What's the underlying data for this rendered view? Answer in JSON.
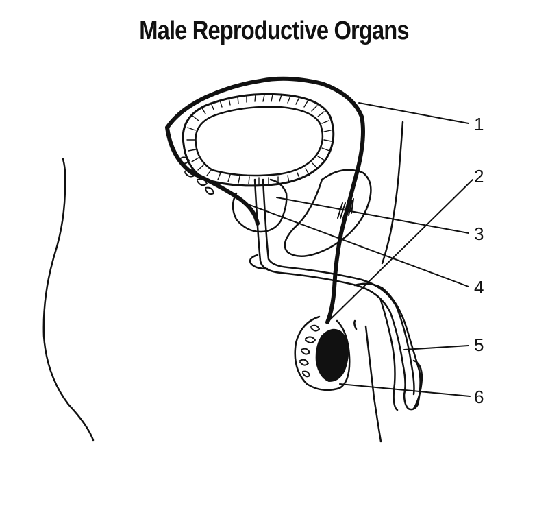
{
  "title": "Male Reproductive Organs",
  "labels": [
    "1",
    "2",
    "3",
    "4",
    "5",
    "6"
  ],
  "colors": {
    "ink": "#111111",
    "background": "#ffffff"
  }
}
